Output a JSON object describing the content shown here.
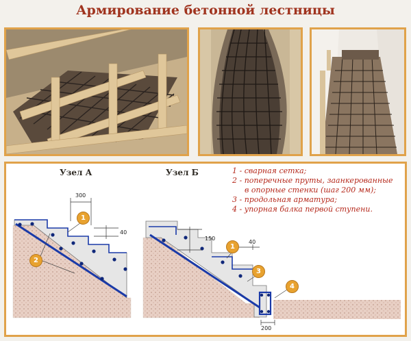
{
  "title": "Армирование бетонной лестницы",
  "photos": [
    {
      "subject": "formwork-with-rebar-cages"
    },
    {
      "subject": "curved-stair-rebar-mesh"
    },
    {
      "subject": "stair-flight-rebar-between-walls"
    }
  ],
  "diagram": {
    "node_a_title": "Узел А",
    "node_b_title": "Узел Б",
    "legend": [
      "1 - сварная сетка;",
      "2 - поперечные пруты, заанкерованные",
      "в опорные стенки (шаг 200 мм);",
      "3 - продольная арматура;",
      "4 - упорная балка первой ступени."
    ],
    "node_a_dims": {
      "tread": "300",
      "riser": "40"
    },
    "node_b_dims": {
      "height": "150",
      "riser": "40",
      "beam_width": "200"
    },
    "markers": {
      "m1a": "1",
      "m2a": "2",
      "m1b": "1",
      "m3b": "3",
      "m4b": "4"
    },
    "colors": {
      "frame": "#e0a24a",
      "title": "#a0341f",
      "legend": "#b5281b",
      "ground": "#e8cfc4",
      "concrete": "#e6e6e6",
      "rebar": "#1a3aa8",
      "marker": "#e8a22f"
    }
  }
}
